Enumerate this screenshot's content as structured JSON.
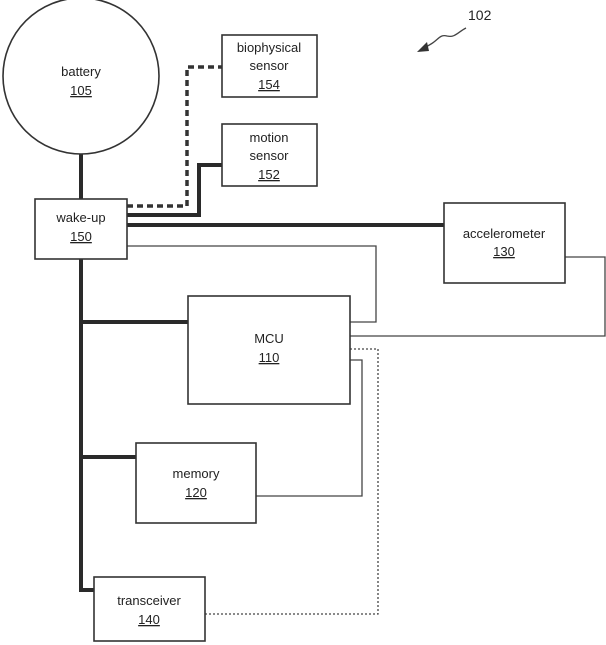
{
  "figure_ref": "102",
  "blocks": {
    "battery": {
      "label": "battery",
      "number": "105"
    },
    "biophysical_sensor": {
      "label_line1": "biophysical",
      "label_line2": "sensor",
      "number": "154"
    },
    "motion_sensor": {
      "label_line1": "motion",
      "label_line2": "sensor",
      "number": "152"
    },
    "wake_up": {
      "label": "wake-up",
      "number": "150"
    },
    "accelerometer": {
      "label": "accelerometer",
      "number": "130"
    },
    "mcu": {
      "label": "MCU",
      "number": "110"
    },
    "memory": {
      "label": "memory",
      "number": "120"
    },
    "transceiver": {
      "label": "transceiver",
      "number": "140"
    }
  }
}
